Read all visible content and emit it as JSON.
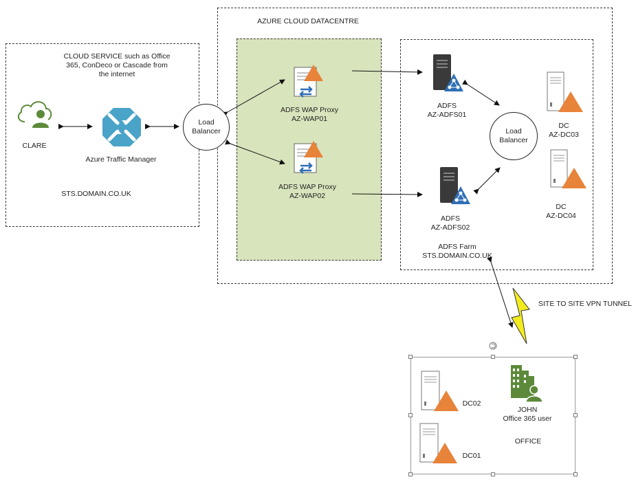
{
  "cloud_service": {
    "text_lines": [
      "CLOUD SERVICE such as Office",
      "365, ConDeco or Cascade from",
      "the internet"
    ],
    "user_label": "CLARE",
    "traffic_manager_label": "Azure Traffic Manager",
    "sts_label": "STS.DOMAIN.CO.UK"
  },
  "load_balancer_left": {
    "lines": [
      "Load",
      "Balancer"
    ]
  },
  "azure": {
    "title": "AZURE CLOUD DATACENTRE",
    "wap1": [
      "ADFS WAP Proxy",
      "AZ-WAP01"
    ],
    "wap2": [
      "ADFS WAP Proxy",
      "AZ-WAP02"
    ],
    "adfs1": [
      "ADFS",
      "AZ-ADFS01"
    ],
    "adfs2": [
      "ADFS",
      "AZ-ADFS02"
    ],
    "load_balancer": [
      "Load",
      "Balancer"
    ],
    "dc3": [
      "DC",
      "AZ-DC03"
    ],
    "dc4": [
      "DC",
      "AZ-DC04"
    ],
    "farm": [
      "ADFS Farm",
      "STS.DOMAIN.CO.UK"
    ]
  },
  "vpn_label": "SITE TO SITE VPN TUNNEL",
  "office": {
    "dc2": "DC02",
    "dc1": "DC01",
    "user": [
      "JOHN",
      "Office 365 user"
    ],
    "label": "OFFICE"
  },
  "colors": {
    "green_zone": "#d8e4bc",
    "orange": "#e8833a",
    "server_dark": "#3a3a3a",
    "adfs_blue": "#2f6fb5",
    "traffic_manager": "#4aa3c8",
    "user_green": "#5d8a3a",
    "lightning": "#f2ec1f"
  },
  "icons": [
    "cloud-user-icon",
    "traffic-manager-icon",
    "wap-proxy-icon",
    "adfs-server-icon",
    "domain-controller-icon",
    "building-user-icon",
    "lightning-icon"
  ]
}
